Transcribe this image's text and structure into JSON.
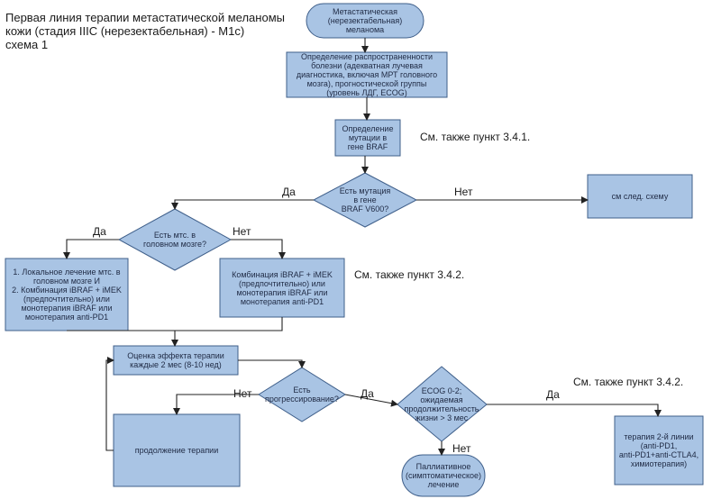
{
  "title": {
    "line1": "Первая линия терапии метастатической меланомы",
    "line2": "кожи (стадия IIIC (нерезектабельная) - M1c)",
    "line3": "схема 1"
  },
  "colors": {
    "node_fill": "#a9c4e4",
    "node_stroke": "#3f5f8a",
    "arrow": "#222222"
  },
  "nodes": {
    "start": "Метастатическая\n(нерезектабельная)\nмеланома",
    "assess": "Определение распространенности\nболезни (адекватная лучевая\nдиагностика, включая МРТ головного\nмозга), прогностической группы\n(уровень ЛДГ, ECOG)",
    "braf_test": "Определение\nмутации в\nгене BRAF",
    "braf_decision": "Есть мутация\nв гене\nBRAF V600?",
    "next_scheme": "см след. схему",
    "brain_decision": "Есть мтс. в\nголовном мозге?",
    "brain_yes_box": "1. Локальное лечение мтс. в\nголовном мозге И\n2. Комбинация iBRAF + iMEK\n(предпочтительно) или\nмонотерапия iBRAF или\nмонотерапия anti-PD1",
    "brain_no_box": "Комбинация iBRAF + iMEK\n(предпочтительно) или\nмонотерапия iBRAF или\nмонотерапия anti-PD1",
    "evaluate": "Оценка эффекта терапии\nкаждые 2 мес (8-10 нед)",
    "progress_decision": "Есть\nпрогрессирование?",
    "continue": "продолжение терапии",
    "ecog_decision": "ECOG 0-2;\nожидаемая\nпродолжительность\nжизни > 3 мес",
    "palliative": "Паллиативное\n(симптоматическое)\nлечение",
    "second_line": "терапия 2-й линии\n(anti-PD1,\nanti-PD1+anti-CTLA4,\nхимиотерапия)"
  },
  "notes": {
    "note1": "См. также  пункт 3.4.1.",
    "note2": "См. также  пункт 3.4.2.",
    "note3": "См. также  пункт 3.4.2."
  },
  "edges": {
    "braf_yes": "Да",
    "braf_no": "Нет",
    "brain_yes": "Да",
    "brain_no": "Нет",
    "progress_no": "Нет",
    "progress_yes": "Да",
    "ecog_yes": "Да",
    "ecog_no": "Нет"
  }
}
